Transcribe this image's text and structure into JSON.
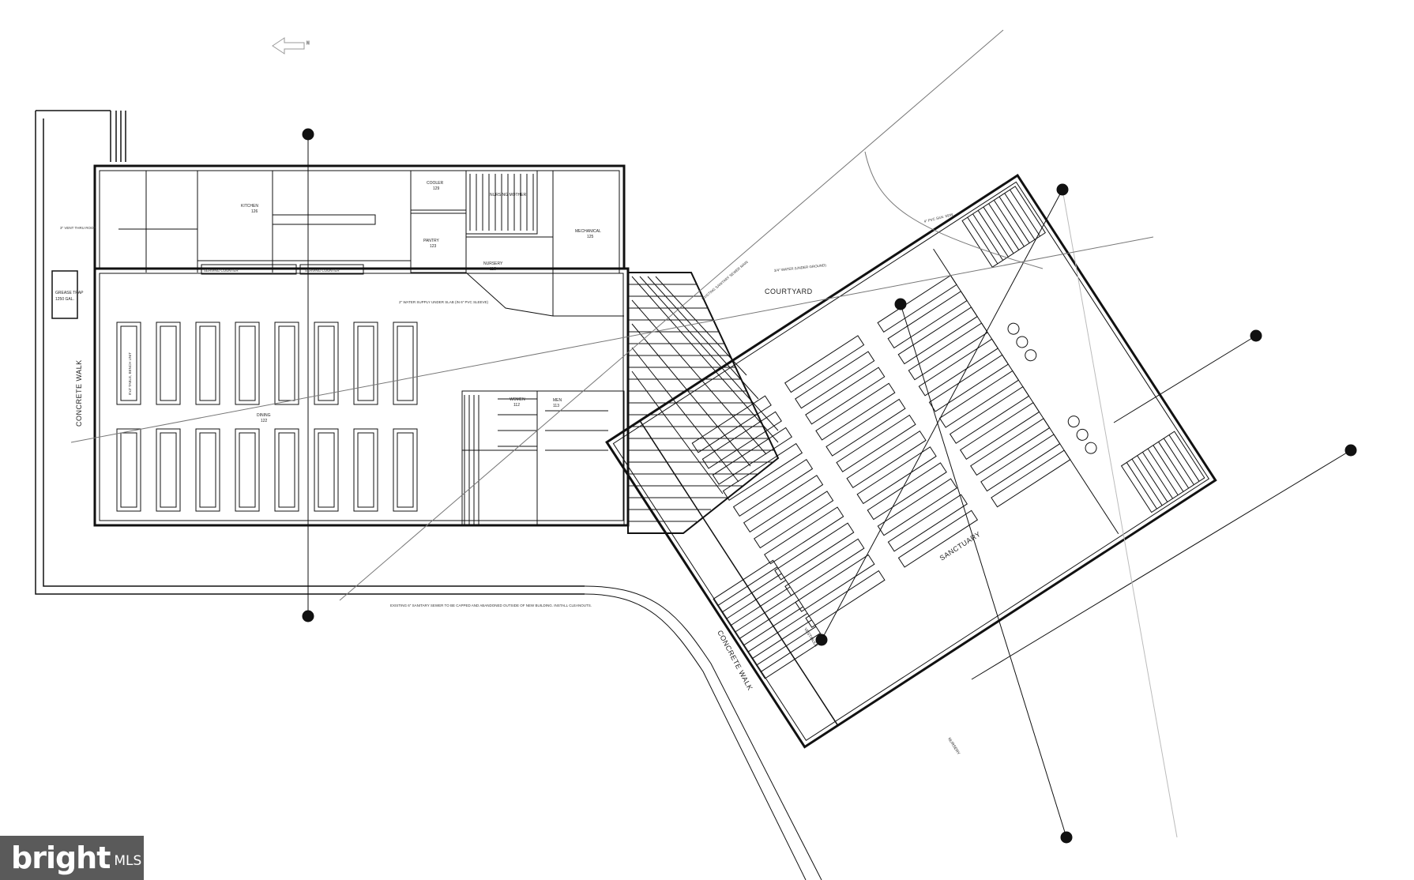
{
  "plan": {
    "north_arrow_text": "N",
    "labels": {
      "concrete_walk_west": "CONCRETE WALK",
      "concrete_walk_south": "CONCRETE WALK",
      "courtyard": "COURTYARD",
      "dining": "DINING",
      "dining_num": "122",
      "kitchen": "KITCHEN",
      "kitchen_num": "126",
      "cooler": "COOLER",
      "cooler_num": "129",
      "pantry": "PANTRY",
      "pantry_num": "123",
      "nursery_north": "NURSERY",
      "nursery_north_num": "118",
      "nursing_mother": "NURSING MOTHER",
      "mechanical": "MECHANICAL",
      "mechanical_num": "125",
      "women": "WOMEN",
      "women_num": "112",
      "men": "MEN",
      "men_num": "113",
      "sanctuary": "SANCTUARY",
      "vestibule": "VESTIBULE",
      "nursery_south": "NURSERY",
      "grease_trap": "GREASE TRAP",
      "grease_trap_size": "1250 GAL.",
      "serving_counter_1": "SERVING COUNTER",
      "serving_counter_2": "SERVING COUNTER",
      "water_supply_note": "2\" WATER SUPPLY UNDER SLAB (IN 6\" PVC SLEEVE)",
      "sanitary_note": "EXISTING 6\" SANITARY SEWER TO BE CAPPED AND ABANDONED OUTSIDE OF NEW BUILDING. INSTALL CLEANOUTS.",
      "water_line_note": "3/4\" WATER (UNDER GROUND)",
      "gas_note": "4\" PVC SAN. SEW.",
      "sewer_note": "EXISTING SANITARY SEWER MAIN",
      "vent_note": "3\" VENT THRU ROOF",
      "table_label": "8'x3' TABLE, BENCH UNIT"
    }
  },
  "watermark": {
    "brand": "bright",
    "suffix": "MLS"
  }
}
